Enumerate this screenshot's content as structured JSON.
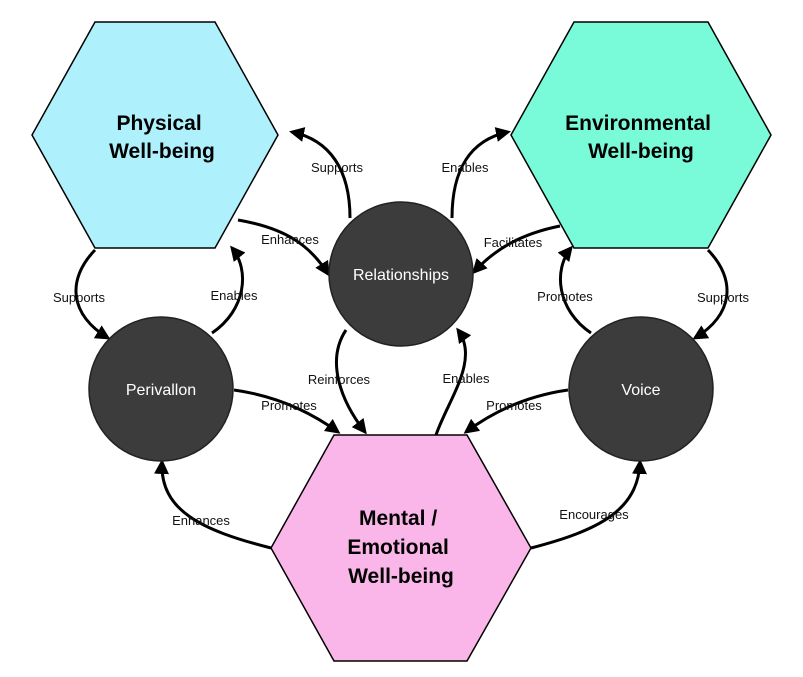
{
  "colors": {
    "physical": "#aef0fb",
    "environmental": "#79fbd9",
    "mental": "#fbb6e9",
    "circle": "#3c3c3c",
    "stroke": "#000000"
  },
  "nodes": {
    "physical": {
      "lines": [
        "Physical",
        "Well-being"
      ]
    },
    "environmental": {
      "lines": [
        "Environmental",
        "Well-being"
      ]
    },
    "mental": {
      "lines": [
        "Mental /",
        "Emotional",
        "Well-being"
      ]
    },
    "relationships": {
      "label": "Relationships"
    },
    "perivallon": {
      "label": "Perivallon"
    },
    "voice": {
      "label": "Voice"
    }
  },
  "edges": [
    {
      "from": "relationships",
      "to": "physical",
      "label": "Supports"
    },
    {
      "from": "relationships",
      "to": "environmental",
      "label": "Enables"
    },
    {
      "from": "physical",
      "to": "relationships",
      "label": "Enhances"
    },
    {
      "from": "environmental",
      "to": "relationships",
      "label": "Facilitates"
    },
    {
      "from": "physical",
      "to": "perivallon",
      "label": "Supports"
    },
    {
      "from": "perivallon",
      "to": "physical",
      "label": "Enables"
    },
    {
      "from": "voice",
      "to": "environmental",
      "label": "Promotes"
    },
    {
      "from": "environmental",
      "to": "voice",
      "label": "Supports"
    },
    {
      "from": "relationships",
      "to": "mental",
      "label": "Reinforces"
    },
    {
      "from": "mental",
      "to": "relationships",
      "label": "Enables"
    },
    {
      "from": "perivallon",
      "to": "mental",
      "label": "Promotes"
    },
    {
      "from": "voice",
      "to": "mental",
      "label": "Promotes"
    },
    {
      "from": "mental",
      "to": "perivallon",
      "label": "Enhances"
    },
    {
      "from": "mental",
      "to": "voice",
      "label": "Encourages"
    }
  ]
}
